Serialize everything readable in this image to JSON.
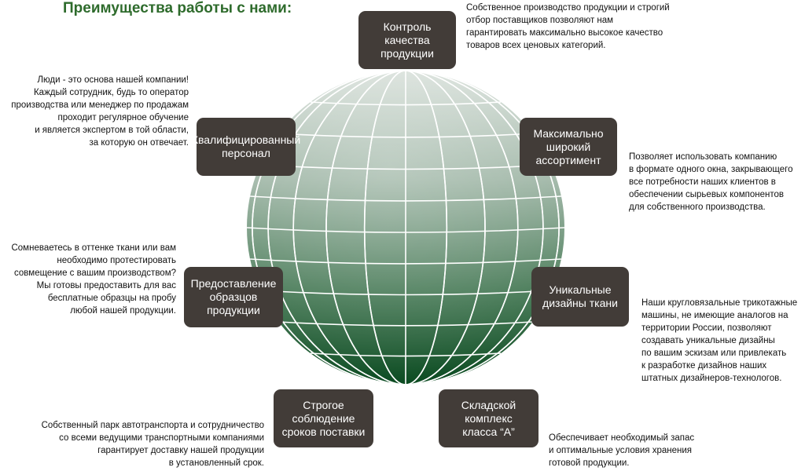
{
  "title": "Преимущества работы с нами:",
  "colors": {
    "title": "#2e6b2c",
    "box": "#423c38",
    "globe_light": "#d4ddd6",
    "globe_dark": "#0d4a22"
  },
  "nodes": [
    {
      "id": "quality",
      "label": "Контроль\nкачества\nпродукции",
      "desc": "Собственное производство продукции и строгий\nотбор поставщиков позволяют нам\nгарантировать максимально высокое качество\nтоваров всех ценовых категорий."
    },
    {
      "id": "assortment",
      "label": "Максимально\nширокий\nассортимент",
      "desc": "Позволяет использовать компанию\nв формате одного окна, закрывающего\nвсе потребности наших клиентов в\nобеспечении сырьевых компонентов\nдля собственного производства."
    },
    {
      "id": "designs",
      "label": "Уникальные\nдизайны ткани",
      "desc": "Наши кругловязальные трикотажные\nмашины, не имеющие аналогов на\nтерритории России, позволяют\nсоздавать уникальные дизайны\nпо вашим эскизам или привлекать\nк разработке дизайнов наших\nштатных дизайнеров-технологов."
    },
    {
      "id": "warehouse",
      "label": "Складской\nкомплекс\nкласса “А”",
      "desc": "Обеспечивает необходимый запас\nи оптимальные условия хранения\nготовой продукции."
    },
    {
      "id": "delivery",
      "label": "Строгое\nсоблюдение\nсроков поставки",
      "desc": "Собственный парк автотранспорта и сотрудничество\nсо всеми ведущими транспортными компаниями\nгарантирует доставку нашей продукции\nв установленный срок."
    },
    {
      "id": "samples",
      "label": "Предоставление\nобразцов\nпродукции",
      "desc": "Сомневаетесь в оттенке ткани или вам\nнеобходимо протестировать\nсовмещение с вашим производством?\nМы готовы предоставить для вас\nбесплатные образцы на пробу\nлюбой нашей продукции."
    },
    {
      "id": "staff",
      "label": "Квалифицированный\nперсонал",
      "desc": "Люди - это основа нашей компании!\nКаждый сотрудник, будь то оператор\nпроизводства или менеджер по продажам\nпроходит регулярное обучение\nи является экспертом в той области,\nза которую он отвечает."
    }
  ]
}
